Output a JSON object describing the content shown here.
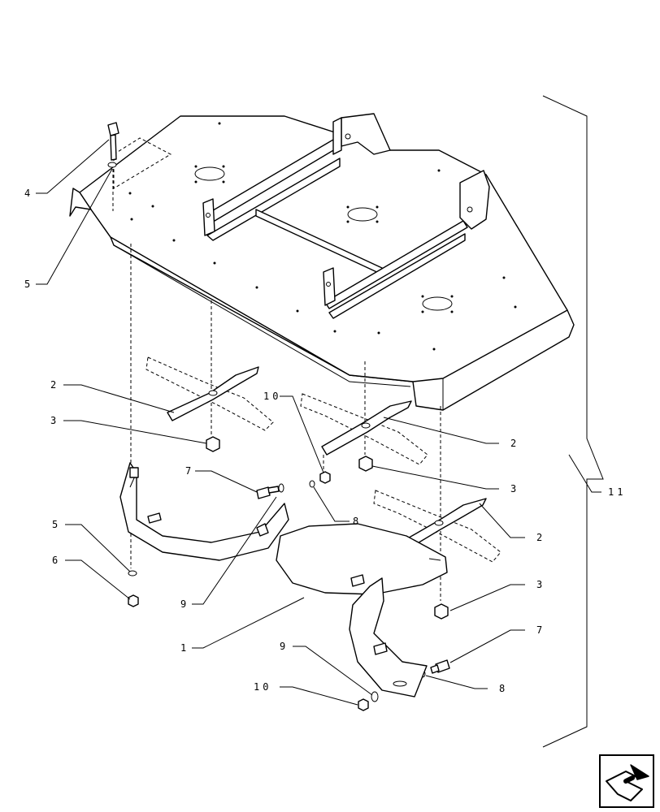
{
  "callouts": {
    "c4": "4",
    "c5a": "5",
    "c2a": "2",
    "c3a": "3",
    "c7a": "7",
    "c5b": "5",
    "c6": "6",
    "c9a": "9",
    "c1": "1",
    "c10a": "10",
    "c8a": "8",
    "c2b": "2",
    "c3b": "3",
    "c11": "11",
    "c2c": "2",
    "c3c": "3",
    "c7b": "7",
    "c8b": "8",
    "c9b": "9",
    "c10b": "10"
  },
  "icons": {
    "nav": "next-page-arrow-icon"
  }
}
